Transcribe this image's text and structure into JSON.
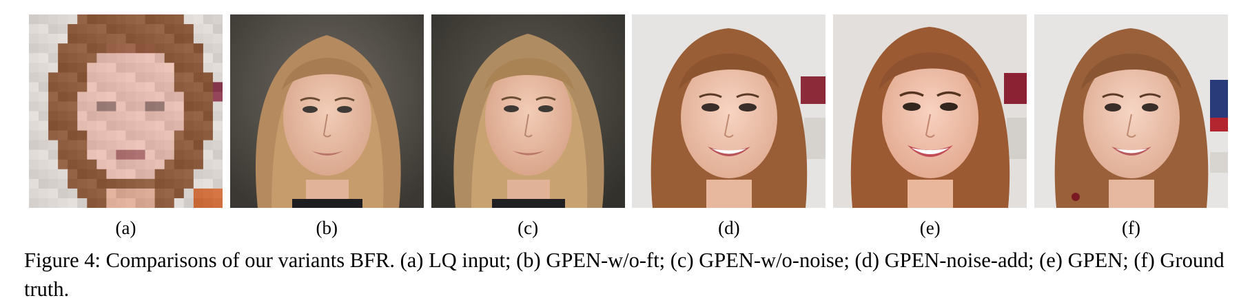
{
  "figure": {
    "panels": [
      {
        "label": "(a)",
        "image": "low-quality-face-image",
        "quality": "pixelated"
      },
      {
        "label": "(b)",
        "image": "restored-face-image"
      },
      {
        "label": "(c)",
        "image": "restored-face-image"
      },
      {
        "label": "(d)",
        "image": "restored-face-image"
      },
      {
        "label": "(e)",
        "image": "restored-face-image"
      },
      {
        "label": "(f)",
        "image": "ground-truth-face-image"
      }
    ],
    "caption": "Figure 4: Comparisons of our variants BFR. (a) LQ input; (b) GPEN-w/o-ft; (c) GPEN-w/o-noise; (d) GPEN-noise-add; (e) GPEN; (f) Ground truth."
  }
}
